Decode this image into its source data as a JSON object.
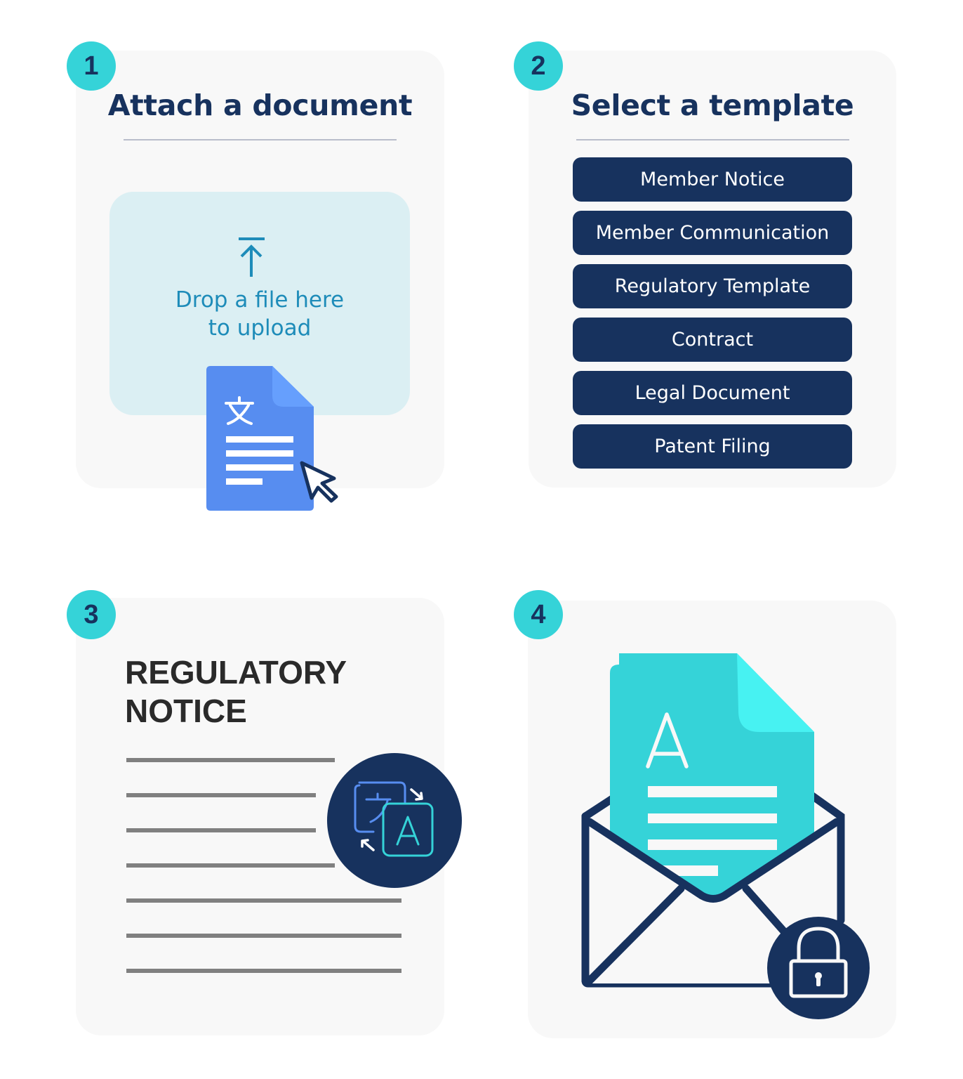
{
  "steps": [
    {
      "number": "1",
      "title": "Attach a document",
      "dropzone": {
        "line1": "Drop a file here",
        "line2": "to upload",
        "icon": "upload-icon"
      },
      "file_icon": "translate-document-icon",
      "cursor_icon": "mouse-pointer-icon"
    },
    {
      "number": "2",
      "title": "Select a template",
      "templates": [
        "Member Notice",
        "Member Communication",
        "Regulatory Template",
        "Contract",
        "Legal Document",
        "Patent Filing"
      ]
    },
    {
      "number": "3",
      "document_title_line1": "REGULATORY",
      "document_title_line2": "NOTICE",
      "icon": "translate-icon",
      "translate_source_glyph": "文",
      "translate_target_glyph": "A"
    },
    {
      "number": "4",
      "document_glyph": "A",
      "icon": "envelope-icon",
      "lock_icon": "lock-icon"
    }
  ],
  "colors": {
    "navy": "#17325e",
    "teal": "#35d3d8",
    "teal_light": "#47f2f2",
    "card_bg": "#f8f8f8",
    "dropzone_bg": "#dbeff3",
    "dropzone_text": "#1e8cb9",
    "doc_blue": "#578df0",
    "doc_blue_fold": "#669ffd",
    "line_gray": "#808080"
  }
}
